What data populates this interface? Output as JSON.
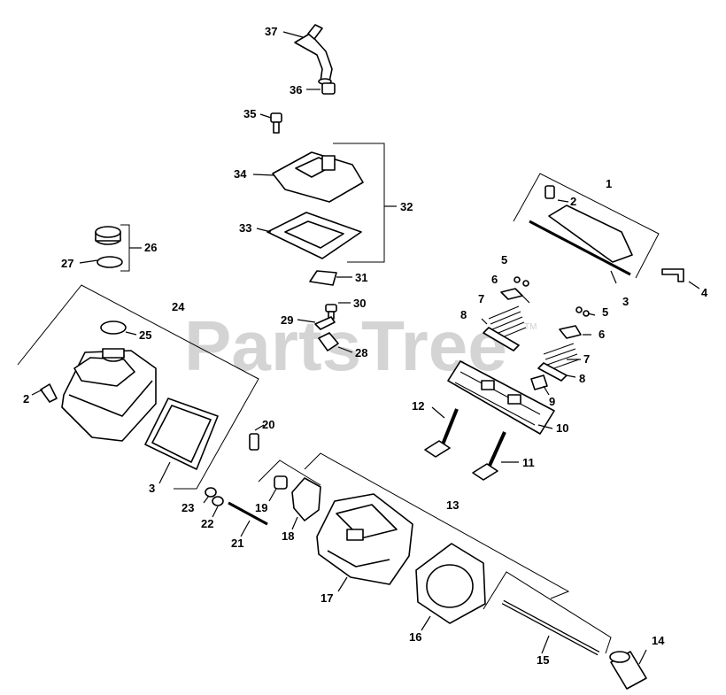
{
  "watermark": {
    "text": "PartsTree",
    "tm": "TM"
  },
  "labels": [
    {
      "text": "37",
      "part": "breather-tube"
    },
    {
      "text": "36",
      "part": "breather-plug"
    },
    {
      "text": "35",
      "part": "cover-screw"
    },
    {
      "text": "34",
      "part": "valve-cover-upper"
    },
    {
      "text": "33",
      "part": "valve-cover-gasket"
    },
    {
      "text": "32",
      "part": "valve-cover-assembly"
    },
    {
      "text": "31",
      "part": "breather-reed"
    },
    {
      "text": "30",
      "part": "screw"
    },
    {
      "text": "29",
      "part": "bracket"
    },
    {
      "text": "28",
      "part": "gasket-small"
    },
    {
      "text": "26",
      "part": "oil-fill-cap-assembly"
    },
    {
      "text": "27",
      "part": "o-ring"
    },
    {
      "text": "24",
      "part": "rocker-cover-assembly"
    },
    {
      "text": "25",
      "part": "o-ring"
    },
    {
      "text": "2",
      "part": "screw"
    },
    {
      "text": "3",
      "part": "gasket"
    },
    {
      "text": "20",
      "part": "spark-plug"
    },
    {
      "text": "19",
      "part": "boot"
    },
    {
      "text": "18",
      "part": "ignition-coil-cap"
    },
    {
      "text": "23",
      "part": "nut"
    },
    {
      "text": "22",
      "part": "washer"
    },
    {
      "text": "21",
      "part": "stud"
    },
    {
      "text": "13",
      "part": "cylinder-head-assembly"
    },
    {
      "text": "17",
      "part": "cylinder-head"
    },
    {
      "text": "16",
      "part": "head-gasket"
    },
    {
      "text": "15",
      "part": "push-rod"
    },
    {
      "text": "14",
      "part": "valve-lifter"
    },
    {
      "text": "1",
      "part": "rocker-shaft-assembly"
    },
    {
      "text": "2",
      "part": "screw"
    },
    {
      "text": "3",
      "part": "gasket"
    },
    {
      "text": "4",
      "part": "bracket"
    },
    {
      "text": "5",
      "part": "valve-keeper"
    },
    {
      "text": "6",
      "part": "spring-retainer"
    },
    {
      "text": "7",
      "part": "valve-spring"
    },
    {
      "text": "8",
      "part": "valve-seal"
    },
    {
      "text": "5",
      "part": "valve-keeper"
    },
    {
      "text": "6",
      "part": "spring-retainer"
    },
    {
      "text": "7",
      "part": "valve-spring"
    },
    {
      "text": "8",
      "part": "valve-seal"
    },
    {
      "text": "9",
      "part": "valve-rotator"
    },
    {
      "text": "10",
      "part": "rocker-arm-set"
    },
    {
      "text": "12",
      "part": "exhaust-valve"
    },
    {
      "text": "11",
      "part": "intake-valve"
    }
  ]
}
